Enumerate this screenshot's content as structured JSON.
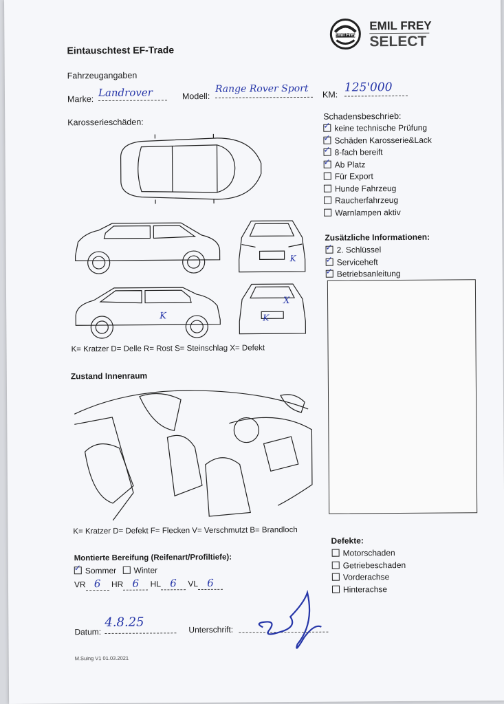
{
  "header": {
    "title": "Eintauschtest EF-Trade",
    "brand_line1": "EMIL FREY",
    "brand_line2": "SELECT",
    "emblem_text": "Emil Frey"
  },
  "vehicle": {
    "section_label": "Fahrzeugangaben",
    "brand_label": "Marke:",
    "brand_value": "Landrover",
    "model_label": "Modell:",
    "model_value": "Range Rover Sport",
    "km_label": "KM:",
    "km_value": "125'000"
  },
  "body_damage": {
    "label": "Karosserieschäden:",
    "legend": "K= Kratzer D= Delle R= Rost S= Steinschlag X= Defekt",
    "marks": [
      "K",
      "K",
      "K",
      "X"
    ]
  },
  "damage_description": {
    "label": "Schadensbeschrieb:",
    "items": [
      {
        "label": "keine technische Prüfung",
        "checked": true
      },
      {
        "label": "Schäden Karosserie&Lack",
        "checked": true
      },
      {
        "label": "8-fach bereift",
        "checked": true
      },
      {
        "label": "Ab Platz",
        "checked": true
      },
      {
        "label": "Für Export",
        "checked": false
      },
      {
        "label": "Hunde Fahrzeug",
        "checked": false
      },
      {
        "label": "Raucherfahrzeug",
        "checked": false
      },
      {
        "label": "Warnlampen aktiv",
        "checked": false
      }
    ]
  },
  "additional_info": {
    "label": "Zusätzliche Informationen:",
    "items": [
      {
        "label": "2. Schlüssel",
        "checked": true
      },
      {
        "label": "Serviceheft",
        "checked": true
      },
      {
        "label": "Betriebsanleitung",
        "checked": true
      }
    ]
  },
  "interior": {
    "label": "Zustand Innenraum",
    "legend": "K= Kratzer D= Defekt F= Flecken V= Verschmutzt B= Brandloch"
  },
  "tires": {
    "label": "Montierte Bereifung (Reifenart/Profiltiefe):",
    "summer_label": "Sommer",
    "summer_checked": true,
    "winter_label": "Winter",
    "winter_checked": false,
    "vr_label": "VR",
    "vr_value": "6",
    "hr_label": "HR",
    "hr_value": "6",
    "hl_label": "HL",
    "hl_value": "6",
    "vl_label": "VL",
    "vl_value": "6"
  },
  "defects": {
    "label": "Defekte:",
    "items": [
      {
        "label": "Motorschaden",
        "checked": false
      },
      {
        "label": "Getriebeschaden",
        "checked": false
      },
      {
        "label": "Vorderachse",
        "checked": false
      },
      {
        "label": "Hinterachse",
        "checked": false
      }
    ]
  },
  "footer": {
    "date_label": "Datum:",
    "date_value": "4.8.25",
    "signature_label": "Unterschrift:",
    "version": "M.Suing V1 01.03.2021"
  },
  "colors": {
    "ink": "#2636a8",
    "paper": "#f6f7fa"
  }
}
